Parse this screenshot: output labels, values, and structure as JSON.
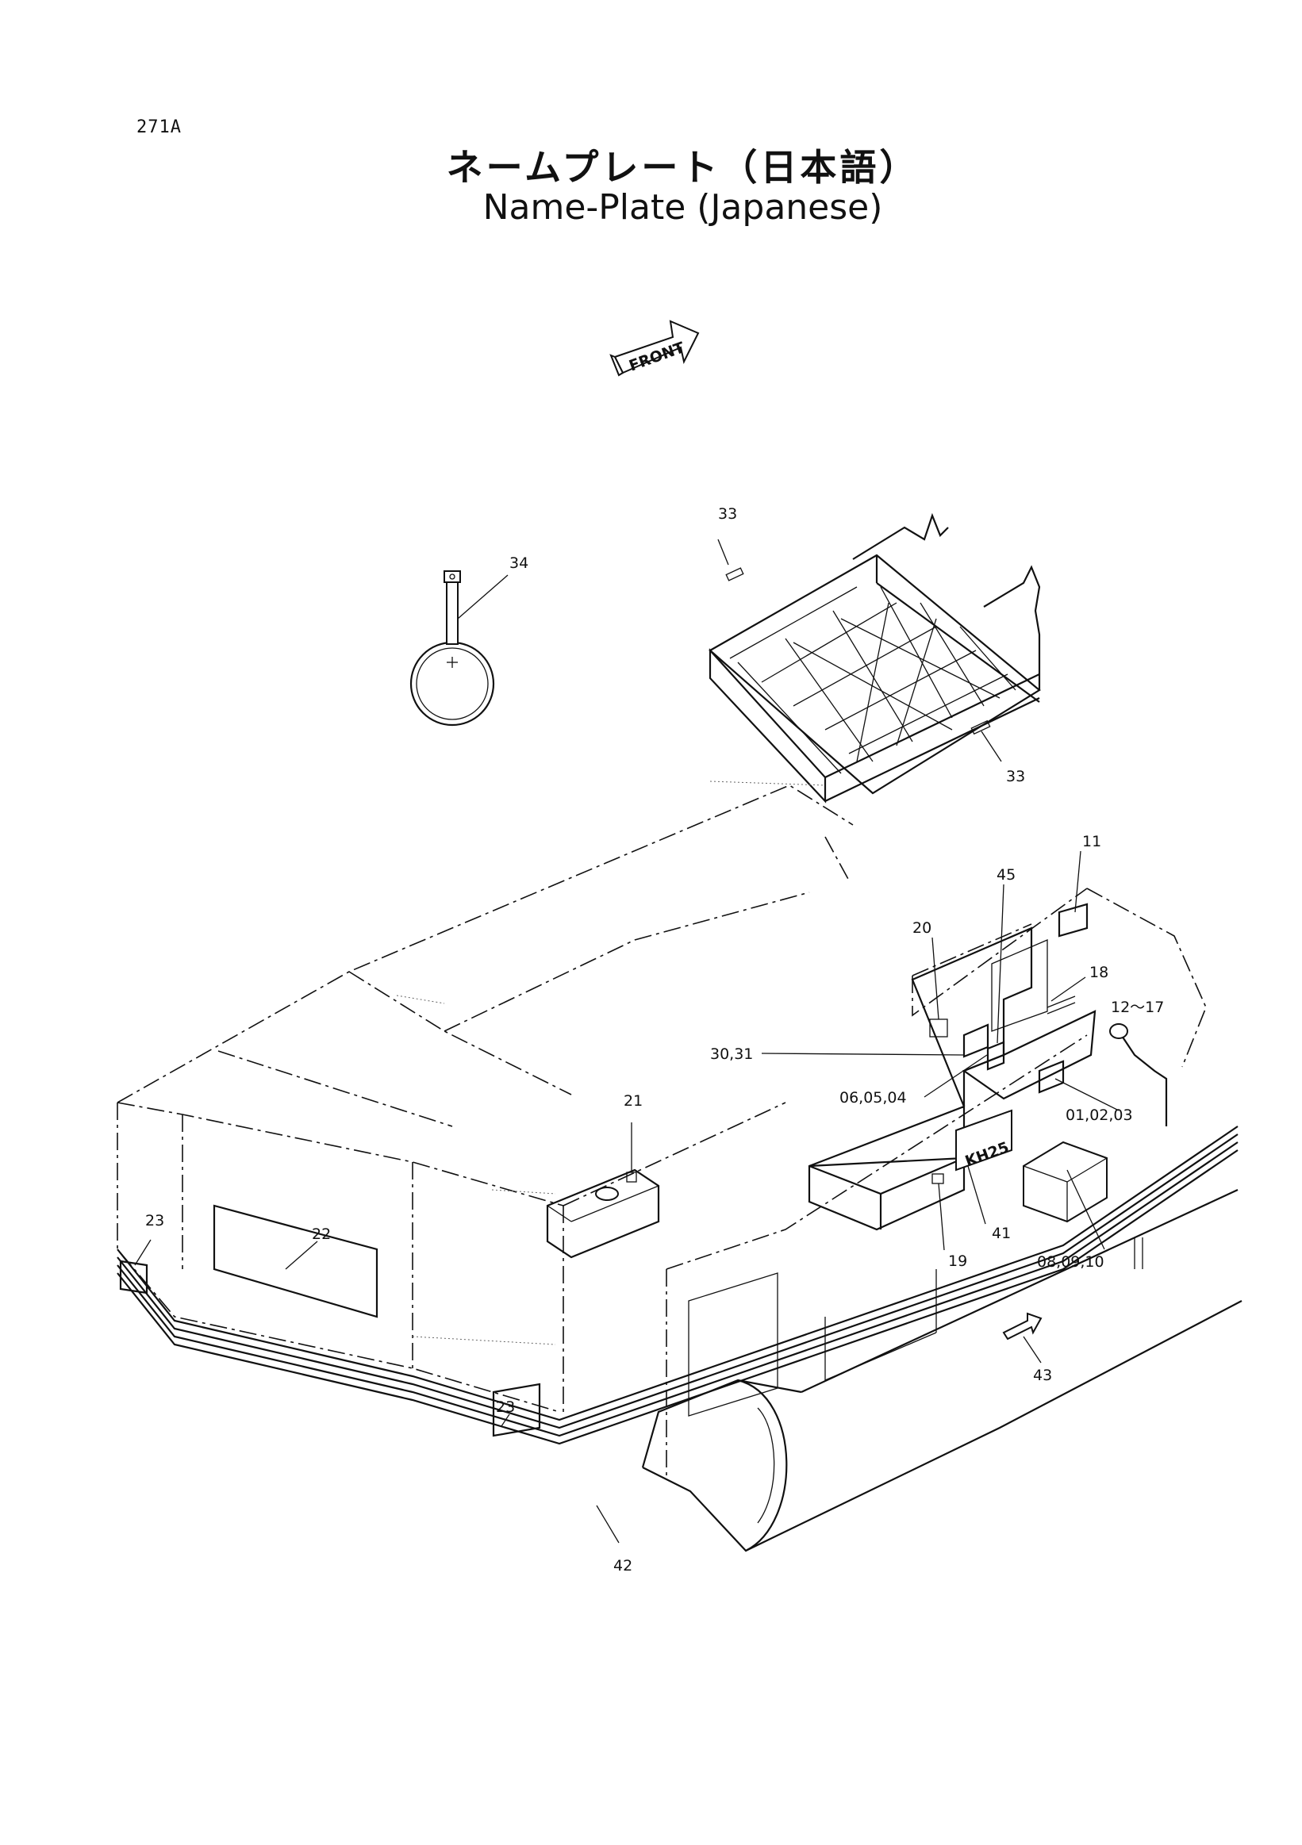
{
  "page_code": "271A",
  "title_jp": "ネームプレート（日本語）",
  "title_en": "Name-Plate (Japanese)",
  "front_label": "FRONT",
  "model_plate": "KH25",
  "callouts": {
    "c34": "34",
    "c33a": "33",
    "c33b": "33",
    "c11": "11",
    "c45": "45",
    "c20": "20",
    "c18": "18",
    "c12_17": "12～17",
    "c30_31": "30,31",
    "c06_05_04": "06,05,04",
    "c01_02_03": "01,02,03",
    "c21": "21",
    "c23a": "23",
    "c22": "22",
    "c19": "19",
    "c41": "41",
    "c08_09_10": "08,09,10",
    "c43": "43",
    "c23b": "23",
    "c42": "42"
  }
}
